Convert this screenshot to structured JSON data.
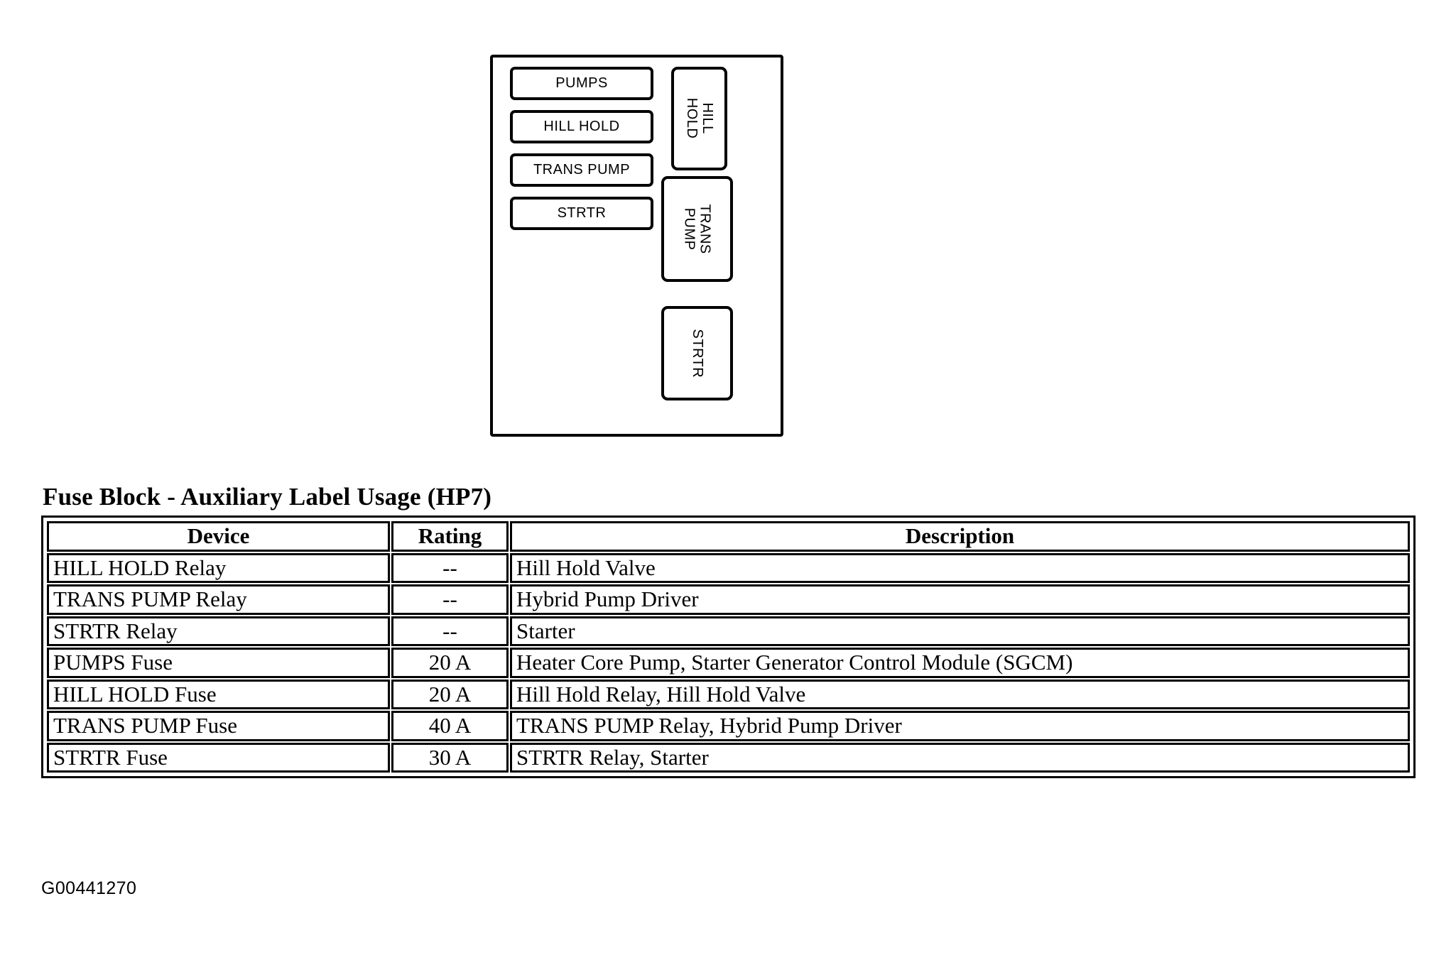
{
  "diagram": {
    "name": "fuse-block-auxiliary",
    "fuse_slots": [
      {
        "label": "PUMPS"
      },
      {
        "label": "HILL HOLD"
      },
      {
        "label": "TRANS PUMP"
      },
      {
        "label": "STRTR"
      }
    ],
    "relays": [
      {
        "id": "hill-hold",
        "label": "HILL HOLD"
      },
      {
        "id": "trans-pump",
        "label": "TRANS\nPUMP"
      },
      {
        "id": "strtr",
        "label": "STRTR"
      }
    ]
  },
  "table": {
    "title": "Fuse Block - Auxiliary Label Usage (HP7)",
    "headers": {
      "device": "Device",
      "rating": "Rating",
      "description": "Description"
    },
    "rows": [
      {
        "device": "HILL HOLD Relay",
        "rating": "--",
        "description": "Hill Hold Valve"
      },
      {
        "device": "TRANS PUMP Relay",
        "rating": "--",
        "description": "Hybrid Pump Driver"
      },
      {
        "device": "STRTR Relay",
        "rating": "--",
        "description": "Starter"
      },
      {
        "device": "PUMPS Fuse",
        "rating": "20 A",
        "description": "Heater Core Pump, Starter Generator Control Module (SGCM)"
      },
      {
        "device": "HILL HOLD Fuse",
        "rating": "20 A",
        "description": "Hill Hold Relay, Hill Hold Valve"
      },
      {
        "device": "TRANS PUMP Fuse",
        "rating": "40 A",
        "description": "TRANS PUMP Relay, Hybrid Pump Driver"
      },
      {
        "device": "STRTR Fuse",
        "rating": "30 A",
        "description": "STRTR Relay, Starter"
      }
    ]
  },
  "figure_id": "G00441270",
  "colors": {
    "ink": "#000000",
    "paper": "#ffffff"
  }
}
